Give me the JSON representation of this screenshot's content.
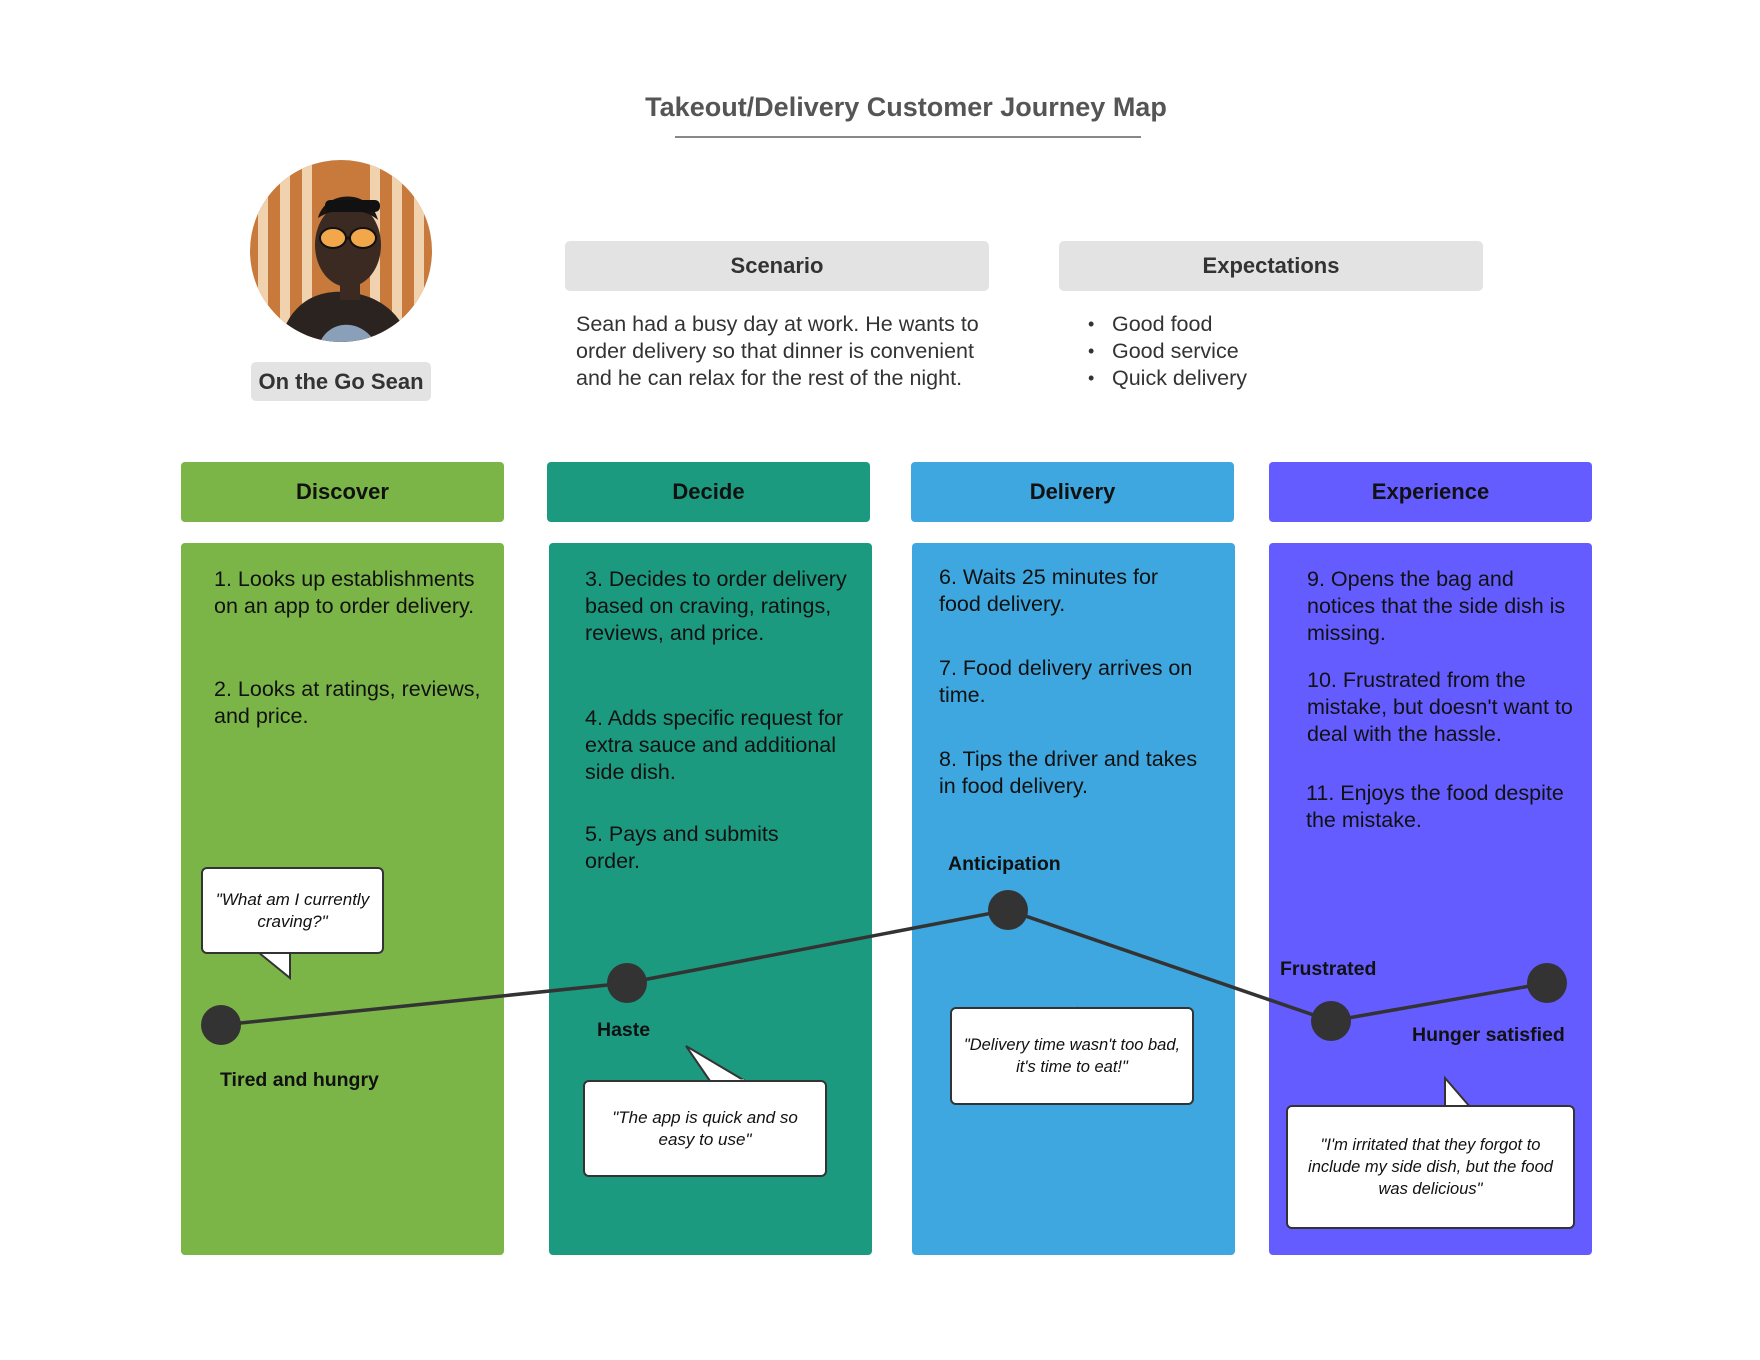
{
  "title": "Takeout/Delivery Customer Journey Map",
  "persona": {
    "name": "On the Go Sean"
  },
  "scenario": {
    "heading": "Scenario",
    "text": "Sean had a busy day at work. He wants to order delivery so that dinner is convenient and he can relax for the rest of the night."
  },
  "expectations": {
    "heading": "Expectations",
    "items": [
      "Good food",
      "Good service",
      "Quick delivery"
    ]
  },
  "stages": [
    {
      "name": "Discover",
      "color": "#7bb547",
      "steps": [
        "1.  Looks up establishments on an app to order delivery.",
        "2.  Looks at ratings, reviews, and price."
      ]
    },
    {
      "name": "Decide",
      "color": "#1b9a80",
      "steps": [
        "3.  Decides to order delivery based on craving, ratings, reviews, and price.",
        "4.  Adds specific request for extra sauce and additional side dish.",
        "5.  Pays and submits order."
      ]
    },
    {
      "name": "Delivery",
      "color": "#3ea7e0",
      "steps": [
        "6.  Waits 25 minutes for food delivery.",
        "7. Food delivery arrives on time.",
        "8. Tips the driver and takes in food delivery."
      ]
    },
    {
      "name": "Experience",
      "color": "#645cff",
      "steps": [
        "9. Opens the bag and notices that the side dish is missing.",
        "10. Frustrated from the mistake, but doesn't want to deal with the hassle.",
        "11. Enjoys the food despite the mistake."
      ]
    }
  ],
  "emotions": [
    "Tired and hungry",
    "Haste",
    "Anticipation",
    "Frustrated",
    "Hunger satisfied"
  ],
  "quotes": [
    "\"What am I currently craving?\"",
    "\"The app is quick and so easy to use\"",
    "\"Delivery time wasn't too bad, it's time to eat!\"",
    "\"I'm irritated that they forgot to include my side dish, but the food was delicious\""
  ]
}
